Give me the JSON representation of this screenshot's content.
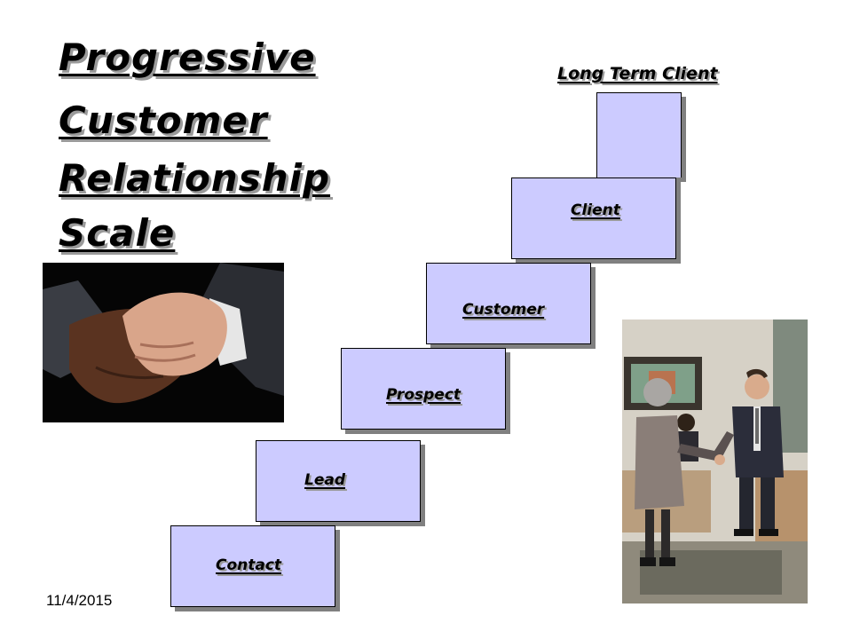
{
  "title": {
    "lines": [
      "Progressive",
      "Customer",
      "Relationship",
      "Scale"
    ]
  },
  "steps": {
    "contact": "Contact",
    "lead": "Lead",
    "prospect": "Prospect",
    "customer": "Customer",
    "client": "Client",
    "long_term_client": "Long Term Client"
  },
  "footer": {
    "date": "11/4/2015"
  },
  "colors": {
    "step_fill": "#cccbff",
    "step_shadow": "#808080",
    "text_shadow": "#9a9a9a"
  }
}
